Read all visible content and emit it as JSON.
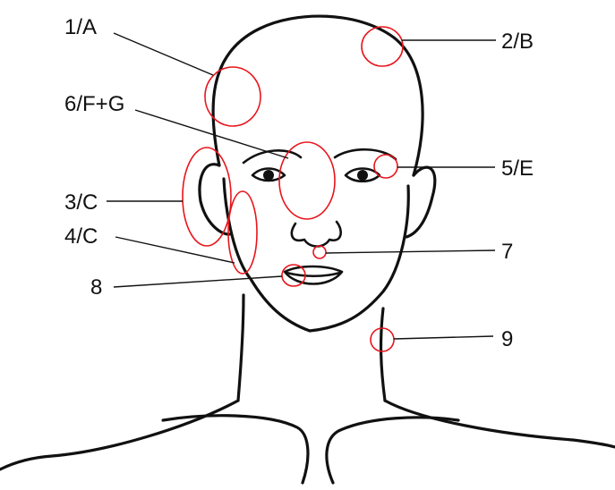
{
  "colors": {
    "marker": "#e8141b",
    "ink": "#111111",
    "background": "#ffffff"
  },
  "labels": {
    "l1": "1/A",
    "l2": "2/B",
    "l3": "3/C",
    "l4": "4/C",
    "l5": "5/E",
    "l6": "6/F+G",
    "l7": "7",
    "l8": "8",
    "l9": "9"
  }
}
